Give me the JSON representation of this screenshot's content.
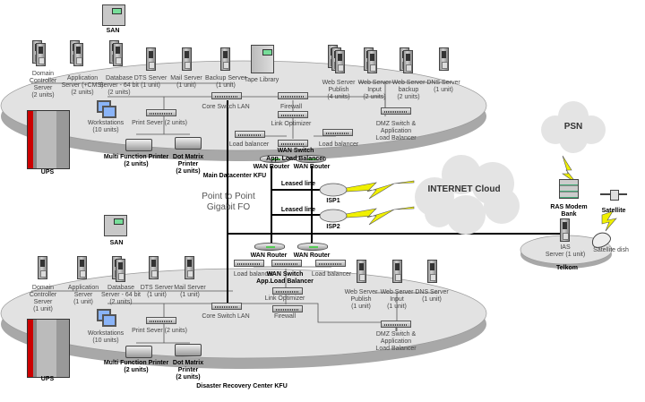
{
  "main_site": {
    "title": "Main Datacenter KFU",
    "labels": [
      "SAN",
      "Domain\nController\nServer\n(2 units)",
      "Application\nServer (+CMS)\n(2 units)",
      "Database\nServer - 64 bit\n(2 units)",
      "DTS Server\n(1 unit)",
      "Mail Server\n(1 unit)",
      "Backup Server\n(1 unit)",
      "Tape Library",
      "Web Server\nPublish\n(4 units)",
      "Web Server\nInput\n(2 units)",
      "Web Server\nbackup\n(2 units)",
      "DNS Server\n(1 unit)",
      "Workstations\n(10 units)",
      "Print Sever (2 units)",
      "Core Switch LAN",
      "Firewall",
      "Link Optimizer",
      "DMZ Switch &\nApplication\nLoad Balancer",
      "Load balancer",
      "Load balancer",
      "Multi Function Printer\n(2 units)",
      "Dot Matrix\nPrinter\n(2 units)",
      "UPS"
    ],
    "wan_switch": "WAN Switch",
    "app_load_balancer": "App. Load Balancer",
    "wan_routers": [
      "WAN Router",
      "WAN Router"
    ]
  },
  "link": {
    "label": "Point to Point\nGigabit FO",
    "leased_lines": [
      "Leased line",
      "Leased line"
    ],
    "isps": [
      "ISP1",
      "ISP2"
    ],
    "internet": "INTERNET Cloud",
    "psn": "PSN"
  },
  "telkom_site": {
    "title": "Telkom",
    "modem_bank": "RAS Modem\nBank",
    "satellite": "Satellite",
    "ias_server": "IAS\nServer (1 unit)",
    "satellite_dish": "Satellite dish"
  },
  "dr_site": {
    "title": "Disaster Recovery Center KFU",
    "labels": [
      "SAN",
      "Domain\nController\nServer\n(1 unit)",
      "Application\nServer\n(1 unit)",
      "Database\nServer - 64 bit\n(2 units)",
      "DTS Server\n(1 unit)",
      "Mail Server\n(1 unit)",
      "Web Server\nPublish\n(1 unit)",
      "Web Server\nInput\n(1 unit)",
      "DNS Server\n(1 unit)",
      "Workstations\n(10 units)",
      "Print Sever (2 units)",
      "Core Switch LAN",
      "Link Optimizer",
      "Firewall",
      "DMZ Switch &\nApplication\nLoad Balancer",
      "Load balancer",
      "Load balancer",
      "Multi Function Printer\n(2 units)",
      "Dot Matrix\nPrinter\n(2 units)",
      "UPS"
    ],
    "wan_switch": "WAN Switch",
    "app_load_balancer": "App.Load Balancer",
    "wan_routers": [
      "WAN Router",
      "WAN Router"
    ]
  },
  "colors": {
    "platform": "#e2e2e2",
    "platform_edge": "#a8a8a8",
    "lightning": "#f0f000",
    "ups_red": "#cc0000"
  }
}
